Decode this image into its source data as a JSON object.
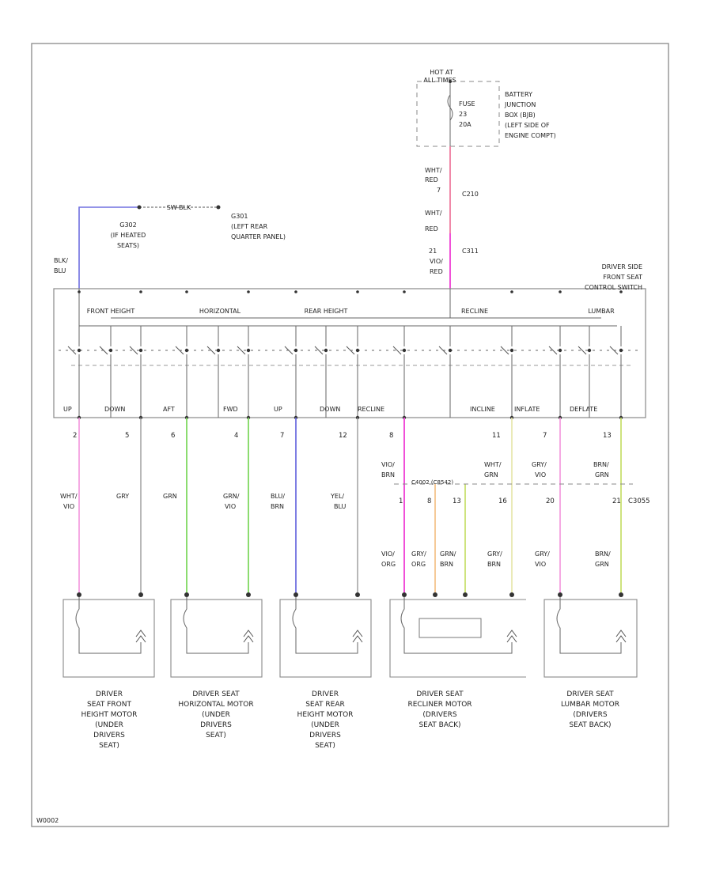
{
  "power": {
    "hot_at": [
      "HOT AT",
      "ALL TIMES"
    ],
    "fuse": [
      "FUSE",
      "23",
      "20A"
    ],
    "junction": [
      "BATTERY",
      "JUNCTION",
      "BOX (BJB)",
      "(LEFT SIDE OF",
      "ENGINE COMPT)"
    ],
    "wire1": [
      "WHT/",
      "RED"
    ],
    "conn1": "C210",
    "wire2": [
      "WHT/",
      "RED"
    ],
    "conn2": "C311",
    "pin21": "21",
    "wire3": [
      "VIO/",
      "RED"
    ]
  },
  "ground": {
    "g302": [
      "G302",
      "(IF HEATED",
      "SEATS)"
    ],
    "g301": [
      "G301",
      "(LEFT REAR",
      "QUARTER PANEL)"
    ],
    "sw_label": "SW-BLK",
    "wire": [
      "BLK/",
      "BLU"
    ]
  },
  "switch": {
    "title": [
      "DRIVER SIDE",
      "FRONT SEAT",
      "CONTROL SWITCH"
    ],
    "groups": [
      "FRONT HEIGHT",
      "HORIZONTAL",
      "REAR HEIGHT",
      "RECLINE",
      "LUMBAR"
    ],
    "terminals": [
      "UP",
      "DOWN",
      "AFT",
      "FWD",
      "UP",
      "DOWN",
      "RECLINE",
      "INCLINE",
      "INFLATE",
      "DEFLATE"
    ]
  },
  "pins": [
    "2",
    "5",
    "6",
    "4",
    "7",
    "12",
    "8",
    "11",
    "7",
    "13"
  ],
  "wires": [
    [
      "WHT/",
      "VIO"
    ],
    [
      "GRY"
    ],
    [
      "GRN"
    ],
    [
      "GRN/",
      "VIO"
    ],
    [
      "BLU/",
      "BRN"
    ],
    [
      "YEL/",
      "BLU"
    ]
  ],
  "harness": {
    "top_wires": [
      [
        "VIO/",
        "BRN"
      ],
      [
        "WHT/",
        "GRN"
      ],
      [
        "GRY/",
        "VIO"
      ],
      [
        "BRN/",
        "GRN"
      ]
    ],
    "conn_label": "C4002 (C8542)",
    "pins": [
      "1",
      "8",
      "13",
      "16",
      "20",
      "21"
    ],
    "conn_id": "C3055",
    "bottom_wires": [
      [
        "VIO/",
        "ORG"
      ],
      [
        "GRY/",
        "ORG"
      ],
      [
        "GRN/",
        "BRN"
      ],
      [
        "GRY/",
        "BRN"
      ],
      [
        "GRY/",
        "VIO"
      ],
      [
        "BRN/",
        "GRN"
      ]
    ]
  },
  "motors": [
    [
      "DRIVER",
      "SEAT FRONT",
      "HEIGHT MOTOR",
      "(UNDER",
      "DRIVERS",
      "SEAT)"
    ],
    [
      "DRIVER SEAT",
      "HORIZONTAL MOTOR",
      "(UNDER",
      "DRIVERS",
      "SEAT)"
    ],
    [
      "DRIVER",
      "SEAT REAR",
      "HEIGHT MOTOR",
      "(UNDER",
      "DRIVERS",
      "SEAT)"
    ],
    [
      "DRIVER SEAT",
      "RECLINER MOTOR",
      "(DRIVERS",
      "SEAT BACK)"
    ],
    [
      "DRIVER SEAT",
      "LUMBAR MOTOR",
      "(DRIVERS",
      "SEAT BACK)"
    ]
  ],
  "footer_id": "W0002",
  "colors": {
    "pink": "#f4a0e0",
    "gray": "#9a9a9a",
    "green": "#7fd860",
    "blue": "#7070e0",
    "magenta": "#f050d8",
    "orange": "#f4c48c",
    "yellowgreen": "#c8e070",
    "lightyellow": "#e8e8b0",
    "power": "#f088a8"
  }
}
